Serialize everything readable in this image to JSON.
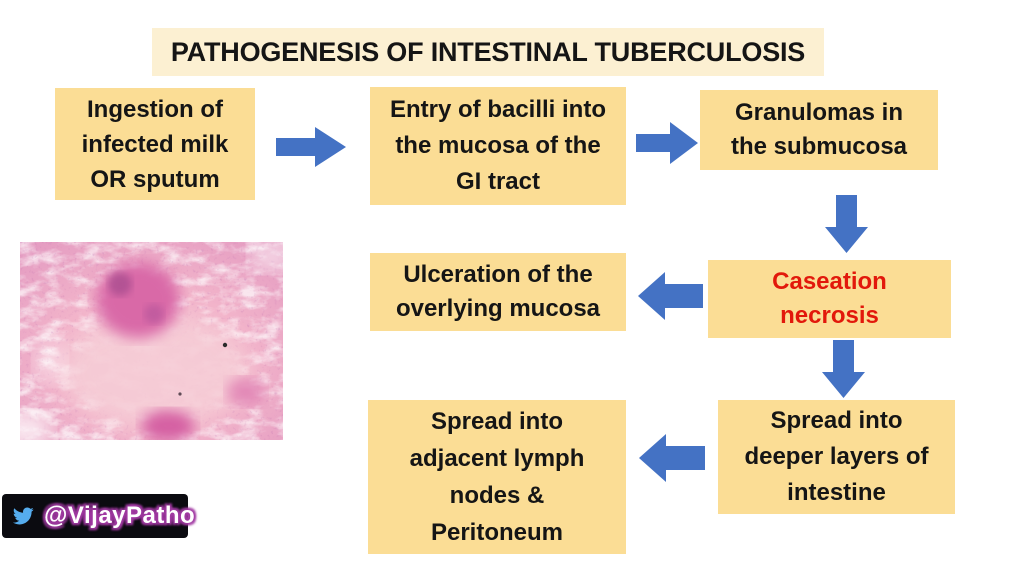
{
  "slide": {
    "title": "PATHOGENESIS OF INTESTINAL TUBERCULOSIS",
    "background_color": "#ffffff"
  },
  "flowchart": {
    "box_fill": "#fbdd95",
    "title_fill": "#fcf0d2",
    "arrow_color": "#4472c4",
    "text_color": "#151515",
    "highlight_text_color": "#e2180b",
    "boxes": [
      {
        "id": "ingestion",
        "text": "Ingestion of\ninfected milk\nOR sputum"
      },
      {
        "id": "entry",
        "text": "Entry of bacilli into\nthe mucosa of the\nGI tract"
      },
      {
        "id": "granulomas",
        "text": "Granulomas in\nthe submucosa"
      },
      {
        "id": "caseation",
        "text": "Caseation\nnecrosis",
        "highlighted": true
      },
      {
        "id": "ulceration",
        "text": "Ulceration of the\noverlying mucosa"
      },
      {
        "id": "spread-deeper",
        "text": "Spread into\ndeeper layers of\nintestine"
      },
      {
        "id": "spread-lymph",
        "text": "Spread into\nadjacent lymph\nnodes &\nPeritoneum"
      }
    ],
    "arrows": [
      {
        "from": "ingestion",
        "to": "entry",
        "direction": "right"
      },
      {
        "from": "entry",
        "to": "granulomas",
        "direction": "right"
      },
      {
        "from": "granulomas",
        "to": "caseation",
        "direction": "down"
      },
      {
        "from": "caseation",
        "to": "ulceration",
        "direction": "left"
      },
      {
        "from": "caseation",
        "to": "spread-deeper",
        "direction": "down"
      },
      {
        "from": "spread-deeper",
        "to": "spread-lymph",
        "direction": "left"
      }
    ]
  },
  "figure": {
    "label": "histology-micrograph",
    "base_color": "#f3b9cb",
    "blob_color": "#d969a7",
    "pale_center_color": "#f6ccd6"
  },
  "watermark": {
    "handle": "@VijayPatho",
    "icon": "twitter-bird-icon",
    "badge_color": "#0b0b10",
    "bird_color": "#55acee",
    "glow_color": "#a23ba3"
  }
}
